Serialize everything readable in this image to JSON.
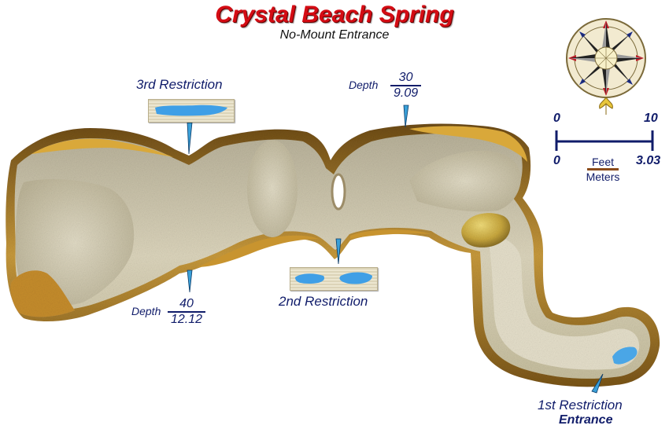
{
  "title": "Crystal Beach Spring",
  "subtitle": "No-Mount Entrance",
  "labels": {
    "third_restriction": "3rd  Restriction",
    "second_restriction": "2nd  Restriction",
    "first_restriction": "1st  Restriction",
    "entrance": "Entrance"
  },
  "depths": {
    "depth_word": "Depth",
    "d30_feet": "30",
    "d30_meters": "9.09",
    "d40_feet": "40",
    "d40_meters": "12.12"
  },
  "scale_bar": {
    "feet_start": "0",
    "feet_end": "10",
    "meters_start": "0",
    "meters_end": "3.03",
    "unit_feet": "Feet",
    "unit_meters": "Meters"
  },
  "icons": [
    "compass-rose-icon"
  ],
  "colors": {
    "title": "#d40c14",
    "labels": "#101c6a",
    "cave_floor": "#d9d3bb",
    "cave_wall": "#b5893a"
  }
}
